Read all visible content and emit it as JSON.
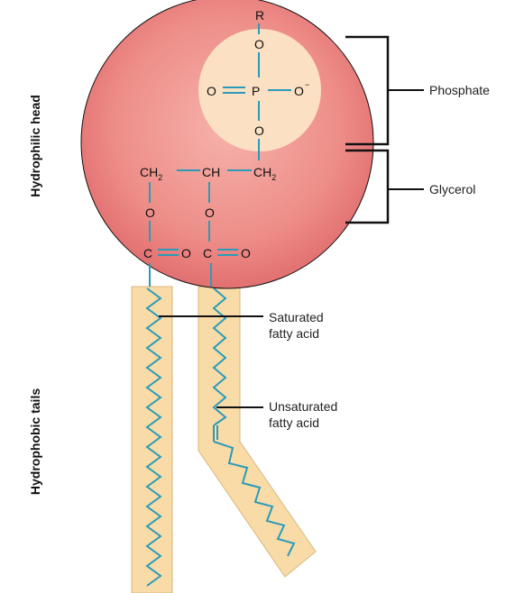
{
  "side_labels": {
    "head": "Hydrophilic head",
    "tails": "Hydrophobic tails"
  },
  "callouts": {
    "phosphate": "Phosphate",
    "glycerol": "Glycerol",
    "saturated_line1": "Saturated",
    "saturated_line2": "fatty acid",
    "unsaturated_line1": "Unsaturated",
    "unsaturated_line2": "fatty acid"
  },
  "atoms": {
    "r": "R",
    "o_top": "O",
    "o_double": "O",
    "p": "P",
    "o_neg": "O",
    "neg_charge": "−",
    "o_bridge": "O",
    "ch": "CH",
    "c_main": "C",
    "h": "H",
    "sub2": "2",
    "ester_o1": "O",
    "ester_o2": "O",
    "ester_c1": "C",
    "ester_c2": "C",
    "carbonyl_o1": "O",
    "carbonyl_o2": "O"
  },
  "colors": {
    "head_fill": "#ec8080",
    "head_highlight": "#f4a8a2",
    "phosphate_fill": "#fbe0c4",
    "tail_fill": "#f9dba8",
    "tail_stroke": "#d9b77e",
    "bond": "#2a9bb8"
  }
}
